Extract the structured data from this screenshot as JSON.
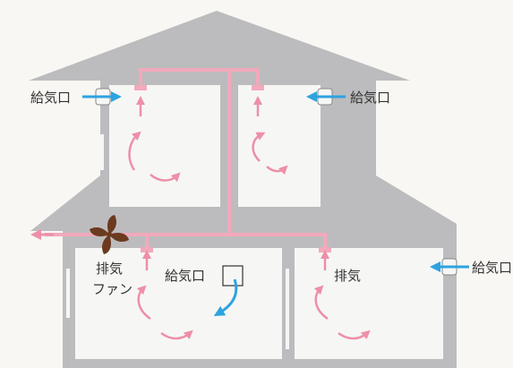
{
  "colors": {
    "background": "#f8f7f3",
    "house": "#bcbcbe",
    "room": "#f6f7f5",
    "duct": "#f2a9bb",
    "airflow_arrow": "#ee8fa8",
    "intake_arrow": "#2ea3e0",
    "fan": "#6b3a1f",
    "label_text": "#333333"
  },
  "labels": {
    "intake_top_left": "給気口",
    "intake_top_right": "給気口",
    "exhaust_fan_line1": "排気",
    "exhaust_fan_line2": "ファン",
    "intake_center": "給気口",
    "exhaust_right": "排気",
    "intake_right_edge": "給気口"
  },
  "icons": {
    "fan": "exhaust-fan-icon",
    "vent": "vent-icon",
    "intake_arrow": "arrow-right-icon",
    "airflow": "curved-arrow-icon"
  }
}
